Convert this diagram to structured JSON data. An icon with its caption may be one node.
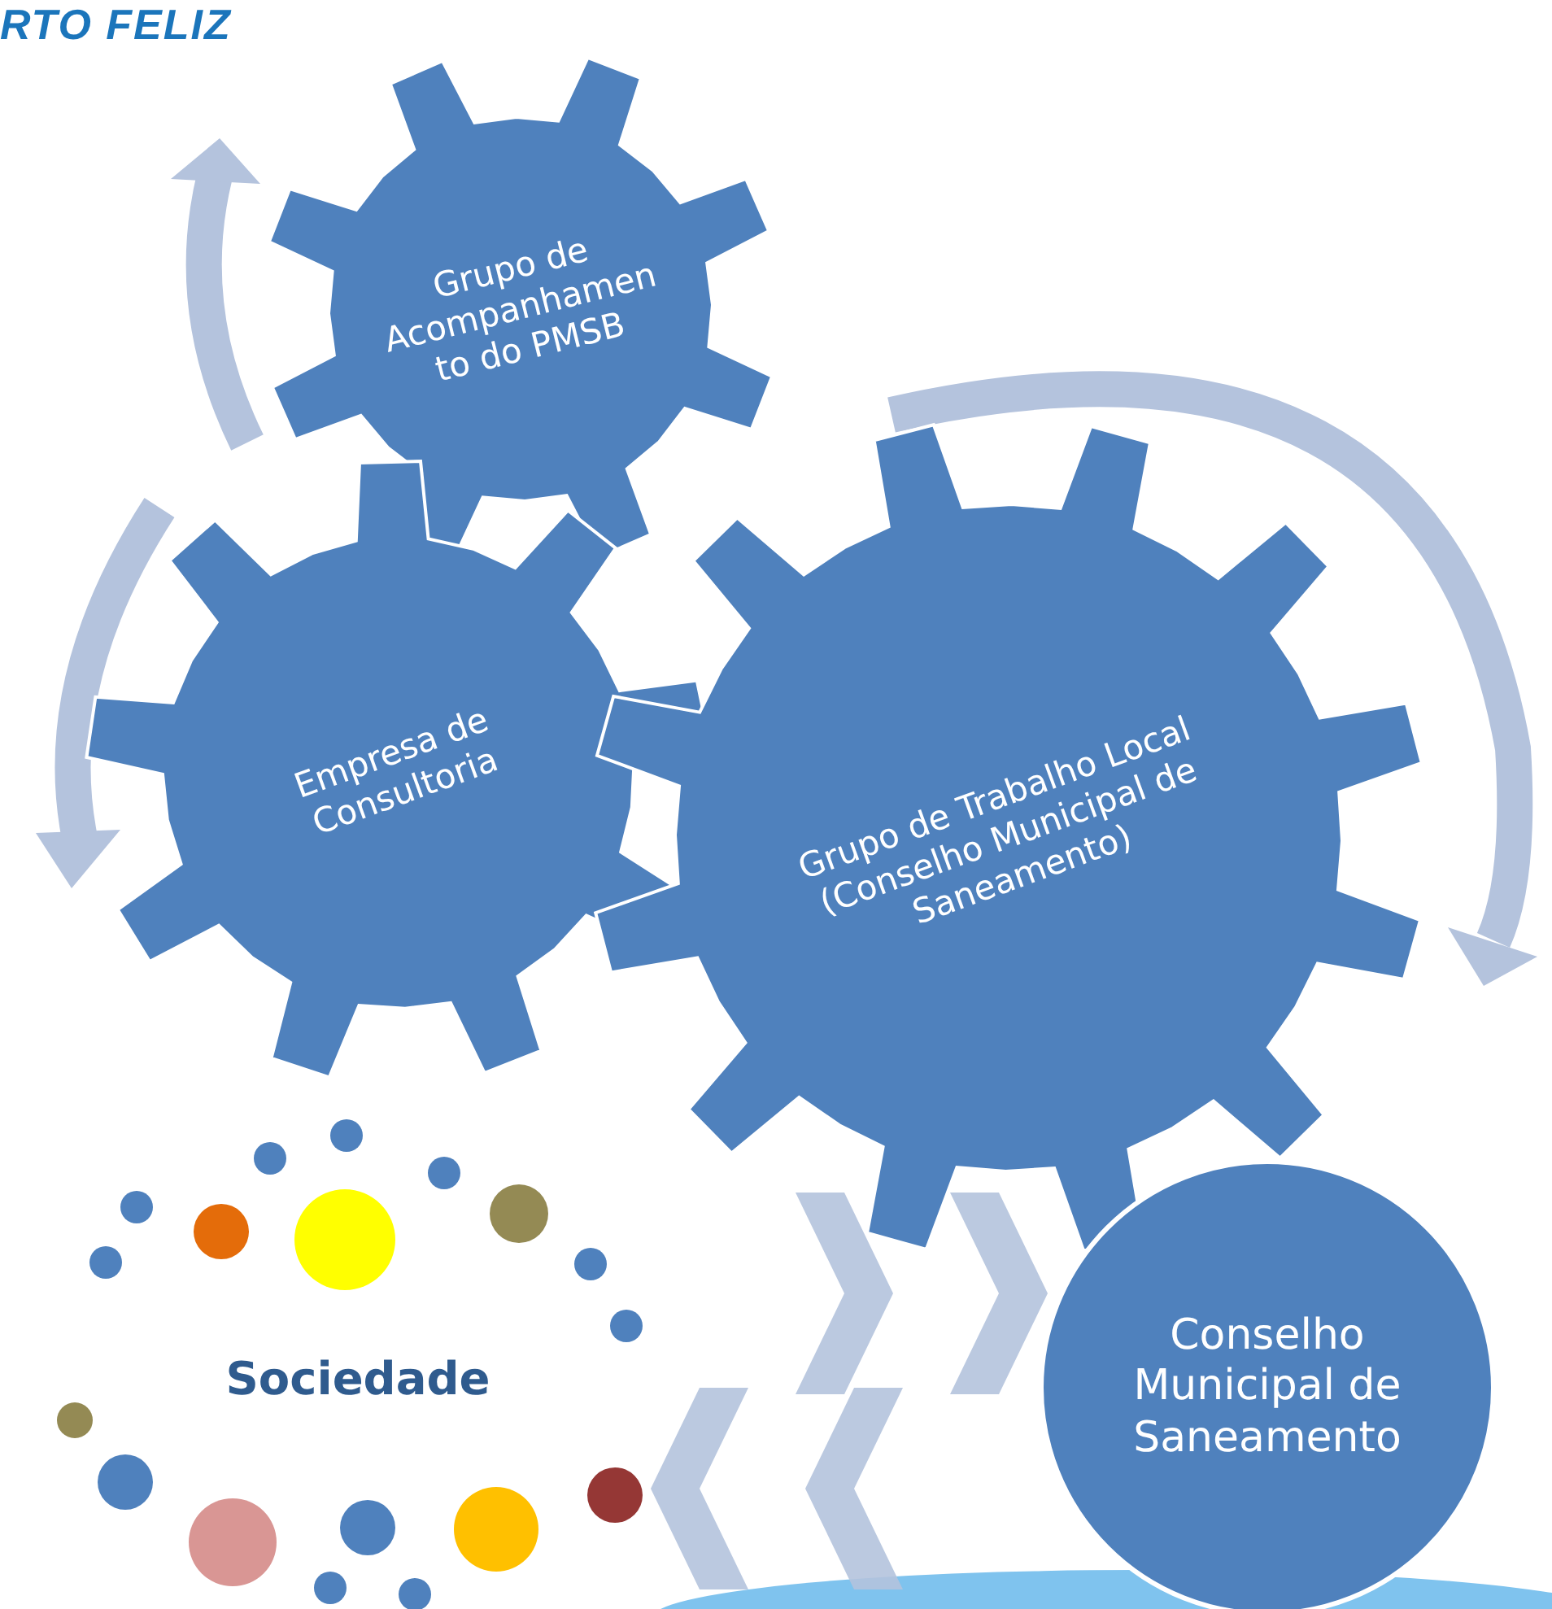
{
  "diagram": {
    "nodes": [
      {
        "text": [
          "Grupo de Acompanhamen to do PMSB"
        ]
      },
      {
        "text": [
          "Empresa de Consultoria"
        ]
      },
      {
        "text": [
          "Grupo de Trabalho Local (Conselho Municipal de Saneamento)"
        ]
      },
      {
        "text": [
          "Sociedade"
        ]
      },
      {
        "text": [
          "Conselho Municipal de Saneamento"
        ]
      }
    ],
    "edges": [
      {
        "from": 3,
        "to": 4,
        "arrow": "to"
      },
      {
        "from": 4,
        "to": 3,
        "arrow": "to"
      }
    ],
    "labels": [
      "RTO FELIZ"
    ]
  }
}
